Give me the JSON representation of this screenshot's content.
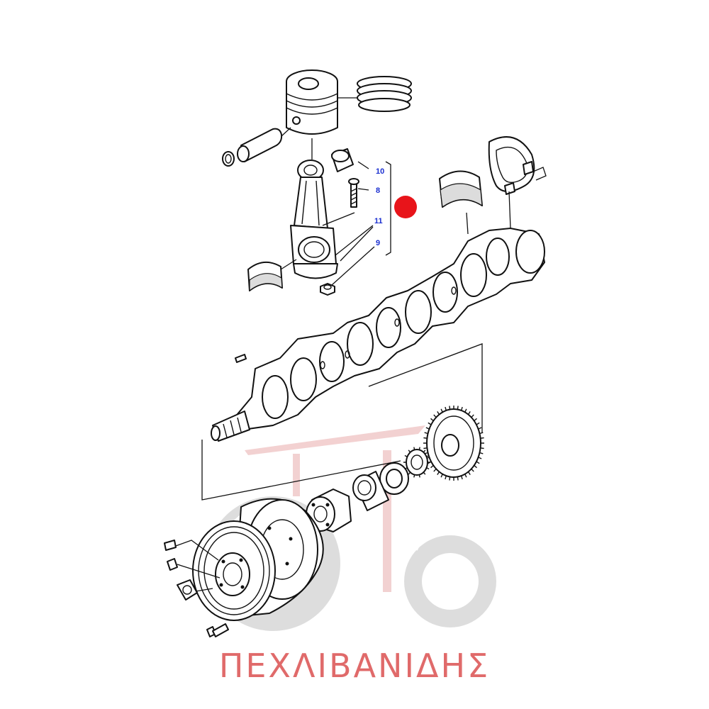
{
  "callouts": [
    {
      "id": "10",
      "label": "10"
    },
    {
      "id": "8",
      "label": "8"
    },
    {
      "id": "11",
      "label": "11"
    },
    {
      "id": "9",
      "label": "9"
    }
  ],
  "watermark": {
    "text": "ΠΕΧΛΙΒΑΝΙΔΗΣ",
    "color": "#e06a6a"
  },
  "colors": {
    "callout_text": "#1a2fd0",
    "marker": "#e8141a",
    "line": "#111111",
    "watermark_logo": "#b5b5b5"
  },
  "marker": {
    "name": "red-selection-dot"
  }
}
